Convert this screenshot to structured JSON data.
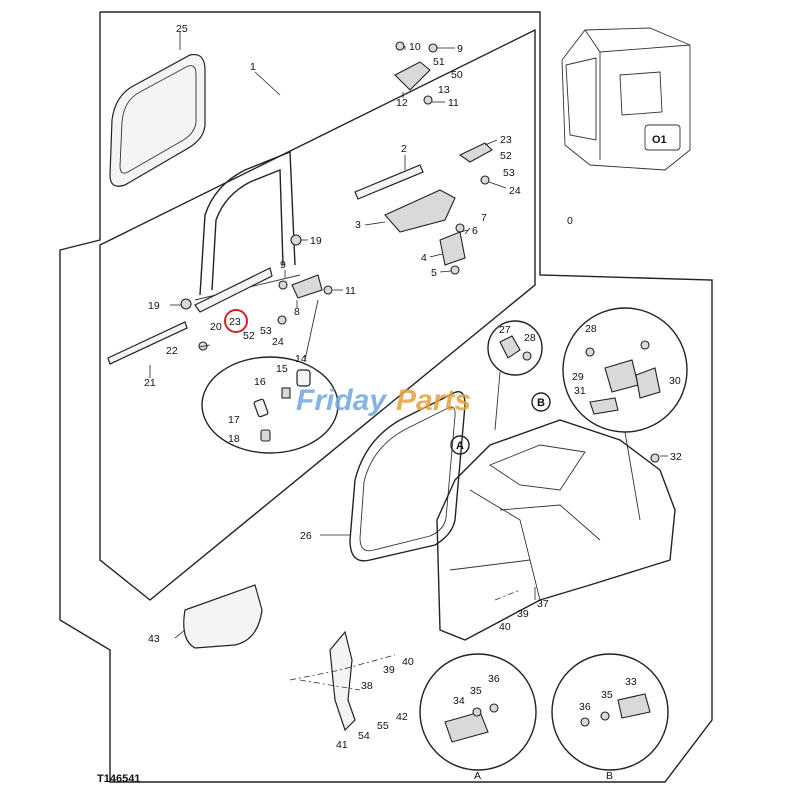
{
  "figure_id": "T146541",
  "watermark": {
    "text_a": "Friday",
    "text_b": "Parts",
    "color_a": "#6fa8dc",
    "color_b": "#e6a23c"
  },
  "highlight_color": "#d62020",
  "highlighted_callout": "23",
  "callouts": {
    "c0": "0",
    "c1": "1",
    "c2": "2",
    "c3": "3",
    "c4": "4",
    "c5": "5",
    "c6": "6",
    "c7": "7",
    "c8": "8",
    "c9a": "9",
    "c9b": "9",
    "c10": "10",
    "c11a": "11",
    "c11b": "11",
    "c12": "12",
    "c13": "13",
    "c14": "14",
    "c15": "15",
    "c16": "16",
    "c17": "17",
    "c18": "18",
    "c19a": "19",
    "c19b": "19",
    "c20": "20",
    "c21": "21",
    "c22": "22",
    "c23a": "23",
    "c23b": "23",
    "c24a": "24",
    "c24b": "24",
    "c25": "25",
    "c26": "26",
    "c27": "27",
    "c28a": "28",
    "c28b": "28",
    "c29": "29",
    "c30": "30",
    "c31": "31",
    "c32": "32",
    "c33": "33",
    "c34": "34",
    "c35a": "35",
    "c35b": "35",
    "c36a": "36",
    "c36b": "36",
    "c37": "37",
    "c38": "38",
    "c39a": "39",
    "c39b": "39",
    "c40a": "40",
    "c40b": "40",
    "c41": "41",
    "c42": "42",
    "c43": "43",
    "c50": "50",
    "c51": "51",
    "c52a": "52",
    "c52b": "52",
    "c53a": "53",
    "c53b": "53",
    "c54": "54",
    "c55": "55"
  },
  "views": {
    "a_marker": "A",
    "b_marker": "B",
    "a_caption": "A",
    "b_caption": "B"
  }
}
